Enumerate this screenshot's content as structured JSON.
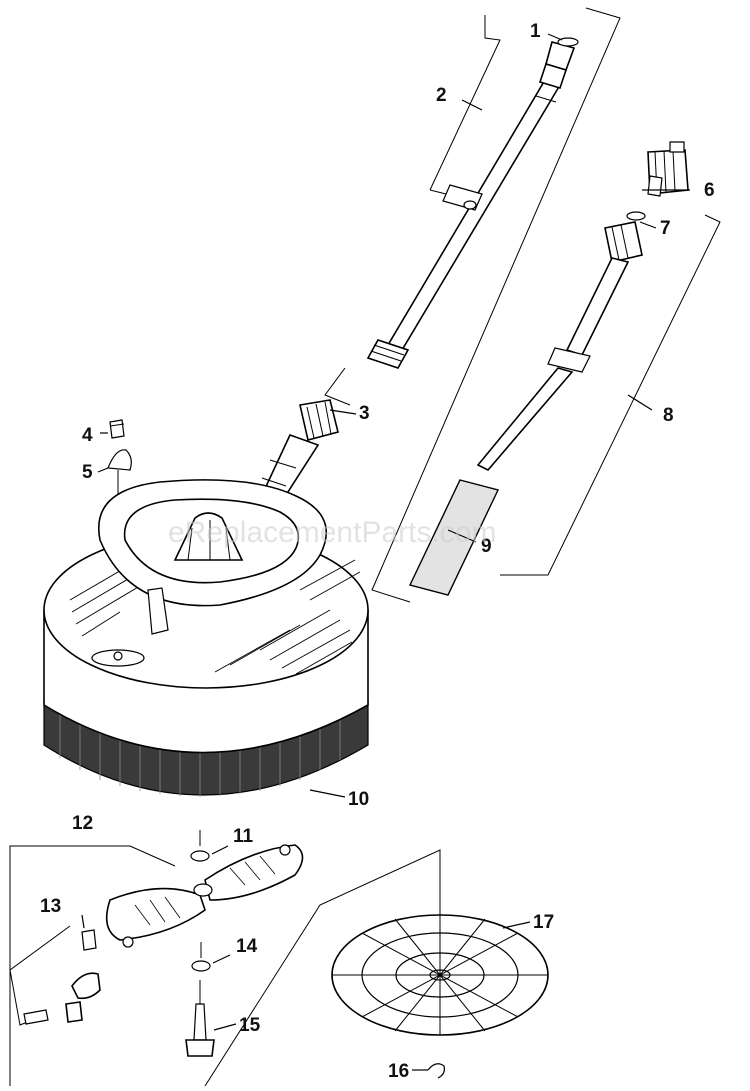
{
  "watermark": "eReplacementParts.com",
  "callouts": {
    "c1": "1",
    "c2": "2",
    "c3": "3",
    "c4": "4",
    "c5": "5",
    "c6": "6",
    "c7": "7",
    "c8": "8",
    "c9": "9",
    "c10": "10",
    "c11": "11",
    "c12": "12",
    "c13": "13",
    "c14": "14",
    "c15": "15",
    "c16": "16",
    "c17": "17"
  }
}
